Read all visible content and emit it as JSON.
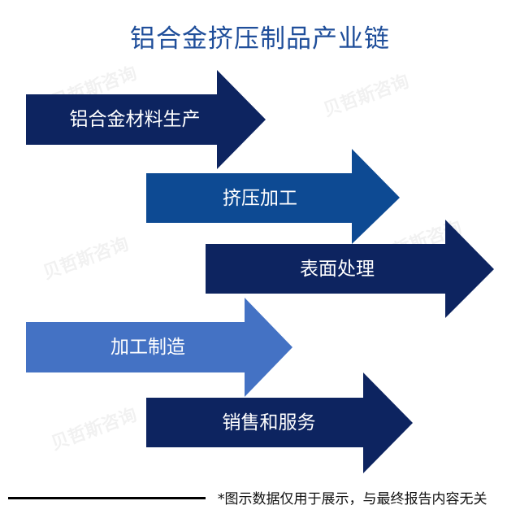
{
  "title": "铝合金挤压制品产业链",
  "watermark": "贝哲斯咨询",
  "colors": {
    "title": "#1f4e9a",
    "dark_navy": "#0d2460",
    "mid_blue": "#0d4a93",
    "light_blue": "#4472c4",
    "text_on_arrow": "#ffffff",
    "footer_line": "#000000"
  },
  "chain": [
    {
      "label": "铝合金材料生产",
      "color": "#0d2460"
    },
    {
      "label": "挤压加工",
      "color": "#0d4a93"
    },
    {
      "label": "表面处理",
      "color": "#0d2460"
    },
    {
      "label": "加工制造",
      "color": "#4472c4"
    },
    {
      "label": "销售和服务",
      "color": "#0d2460"
    }
  ],
  "footer": {
    "note": "*图示数据仅用于展示，与最终报告内容无关"
  }
}
